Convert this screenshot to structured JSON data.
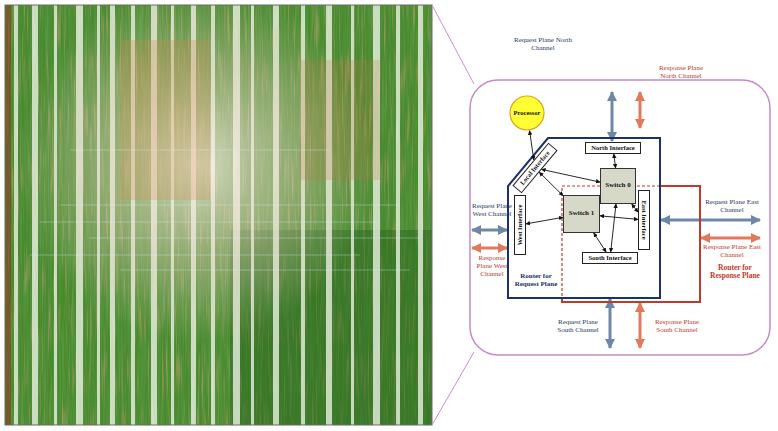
{
  "diagram": {
    "nodes": [
      {
        "text": [
          "Processor"
        ]
      },
      {
        "text": [
          "Router for Request Plane"
        ]
      },
      {
        "text": [
          "North Interface"
        ],
        "in": 1
      },
      {
        "text": [
          "Local Interface"
        ],
        "in": 1
      },
      {
        "text": [
          "Switch 0"
        ],
        "in": 1
      },
      {
        "text": [
          "West Interface"
        ],
        "in": 1
      },
      {
        "text": [
          "Switch 1"
        ],
        "in": 1
      },
      {
        "text": [
          "East Interface"
        ],
        "in": 1
      },
      {
        "text": [
          "South Interface"
        ],
        "in": 1
      },
      {
        "text": [
          "Router for Response Plane"
        ]
      }
    ],
    "edges": [
      {
        "from": 0,
        "to": 3,
        "arrow": "both"
      },
      {
        "from": 3,
        "to": 4,
        "arrow": "both"
      },
      {
        "from": 3,
        "to": 6,
        "arrow": "both"
      },
      {
        "from": 2,
        "to": 4,
        "arrow": "both"
      },
      {
        "from": 5,
        "to": 6,
        "arrow": "both"
      },
      {
        "from": 7,
        "to": 4,
        "arrow": "both"
      },
      {
        "from": 7,
        "to": 6,
        "arrow": "both"
      },
      {
        "from": 8,
        "to": 6,
        "arrow": "both"
      },
      {
        "from": 8,
        "to": 4,
        "arrow": "both"
      }
    ],
    "labels": [
      "Request Plane North Channel",
      "Response Plane North Channel",
      "Request Plane West Channel",
      "Response Plane West Channel",
      "Request Plane East Channel",
      "Response Plane East Channel",
      "Request Plane South Channel",
      "Response Plane South Channel"
    ]
  }
}
